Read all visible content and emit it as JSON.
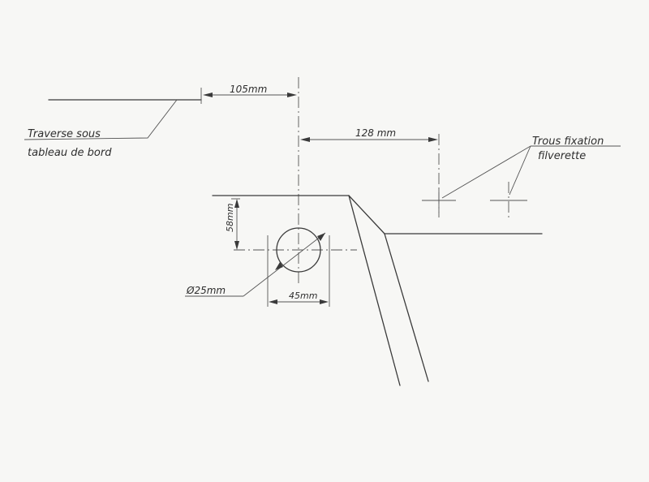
{
  "labels": {
    "dim_105": "105mm",
    "dim_128": "128 mm",
    "dim_58": "58mm",
    "dim_45": "45mm",
    "diameter": "Ø25mm",
    "traverse_line1": "Traverse sous",
    "traverse_line2": "tableau de bord",
    "trous_line1": "Trous fixation",
    "trous_line2": "filverette"
  }
}
